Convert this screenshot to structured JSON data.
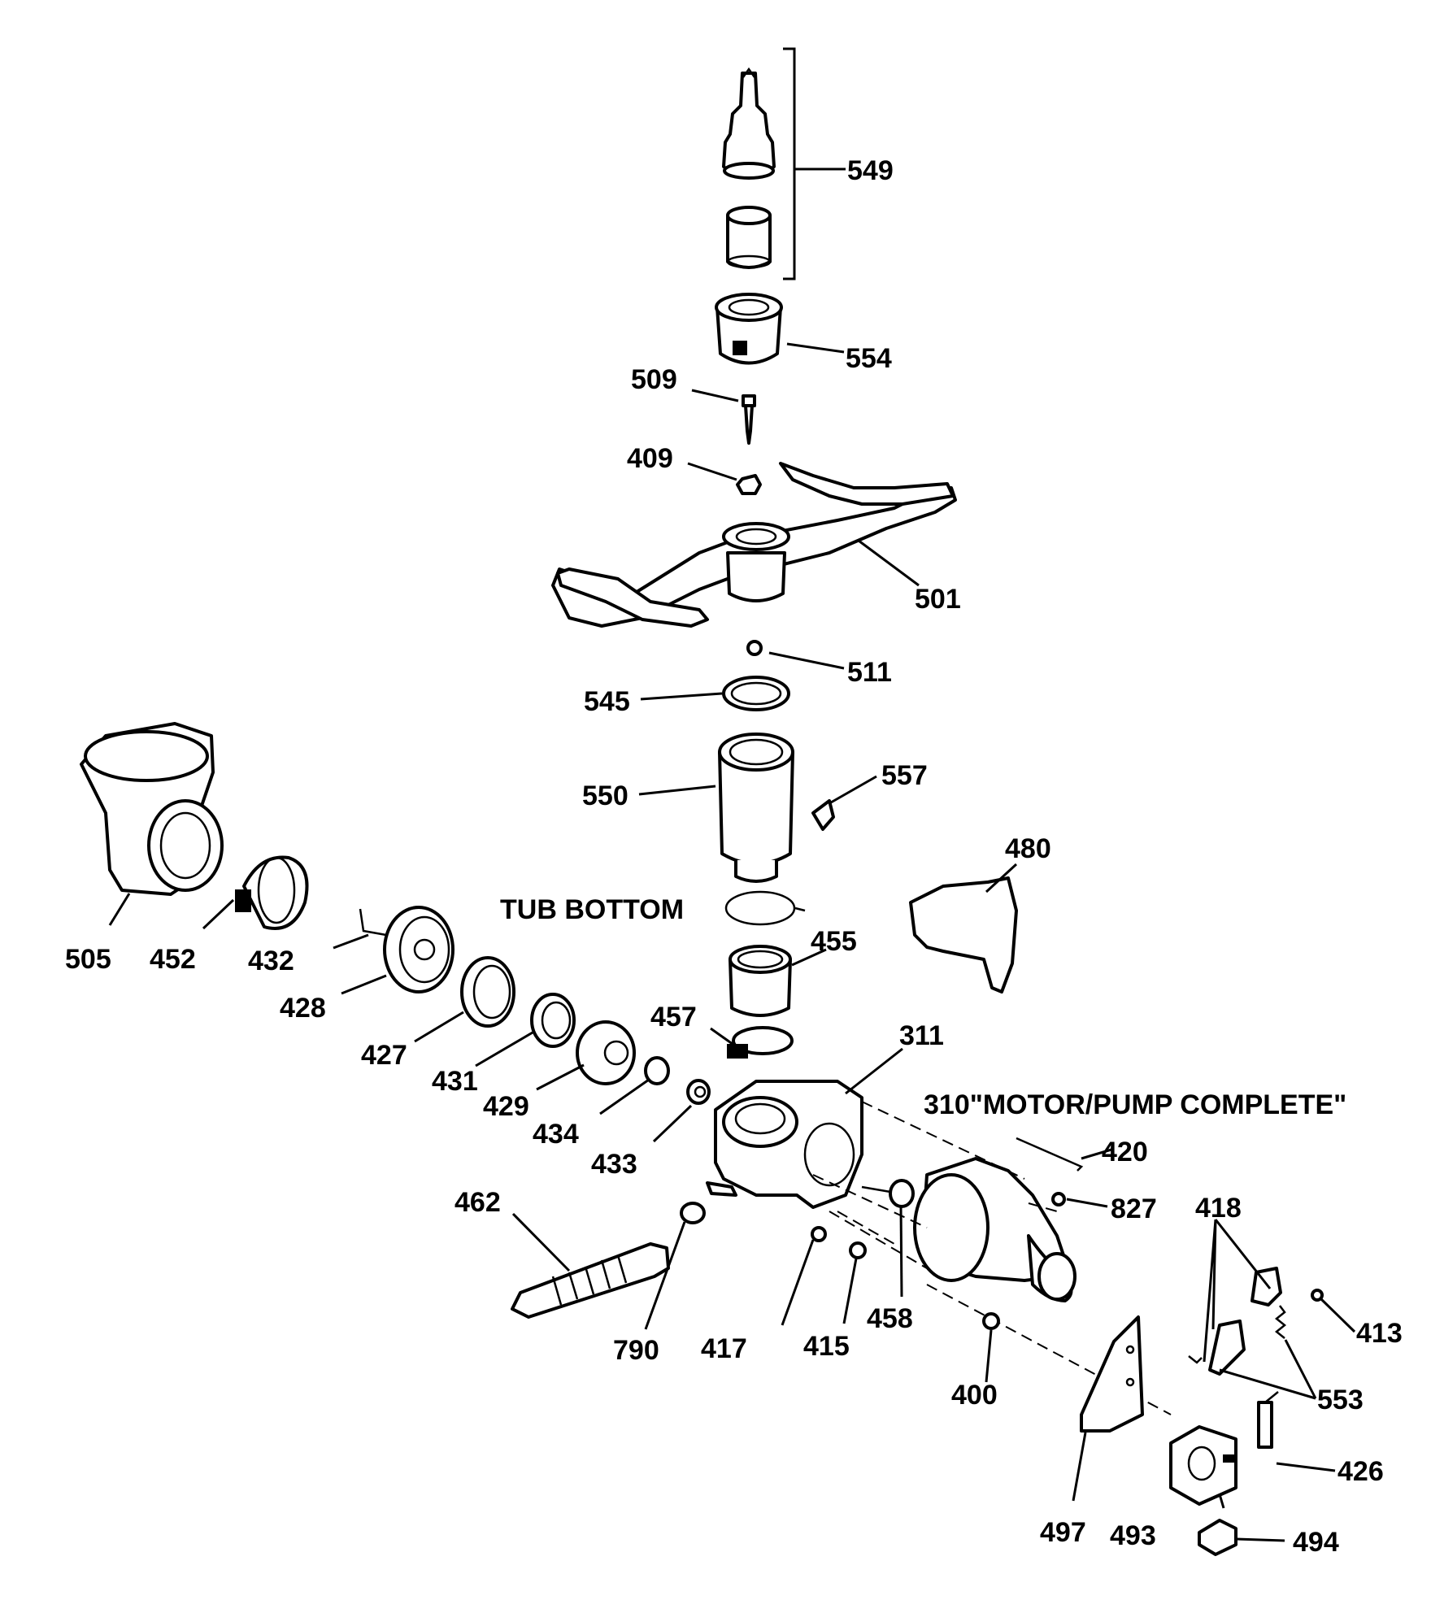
{
  "labels": {
    "p549": "549",
    "p554": "554",
    "p509": "509",
    "p409": "409",
    "p501": "501",
    "p511": "511",
    "p545": "545",
    "p550": "550",
    "p557": "557",
    "p480": "480",
    "p505": "505",
    "p452": "452",
    "p432": "432",
    "p428": "428",
    "p427": "427",
    "p431": "431",
    "p429": "429",
    "p434": "434",
    "p433": "433",
    "p455": "455",
    "p457": "457",
    "p311": "311",
    "p310": "310\"MOTOR/PUMP COMPLETE\"",
    "p420": "420",
    "p827": "827",
    "p418": "418",
    "p413": "413",
    "p553": "553",
    "p426": "426",
    "p494": "494",
    "p493": "493",
    "p497": "497",
    "p400": "400",
    "p458": "458",
    "p415": "415",
    "p417": "417",
    "p790": "790",
    "p462": "462",
    "tub_bottom": "TUB BOTTOM"
  }
}
